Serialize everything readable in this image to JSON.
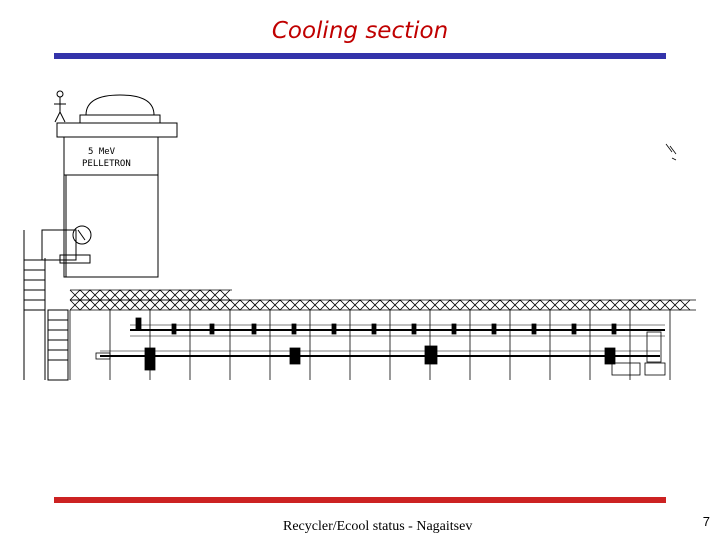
{
  "slide": {
    "title": "Cooling section",
    "footer": "Recycler/Ecool status - Nagaitsev",
    "page_number": "7",
    "colors": {
      "title": "#c00000",
      "top_rule": "#3333aa",
      "bottom_rule": "#cc2222"
    }
  },
  "drawing": {
    "pelletron_line1": "5 MeV",
    "pelletron_line2": "PELLETRON"
  }
}
